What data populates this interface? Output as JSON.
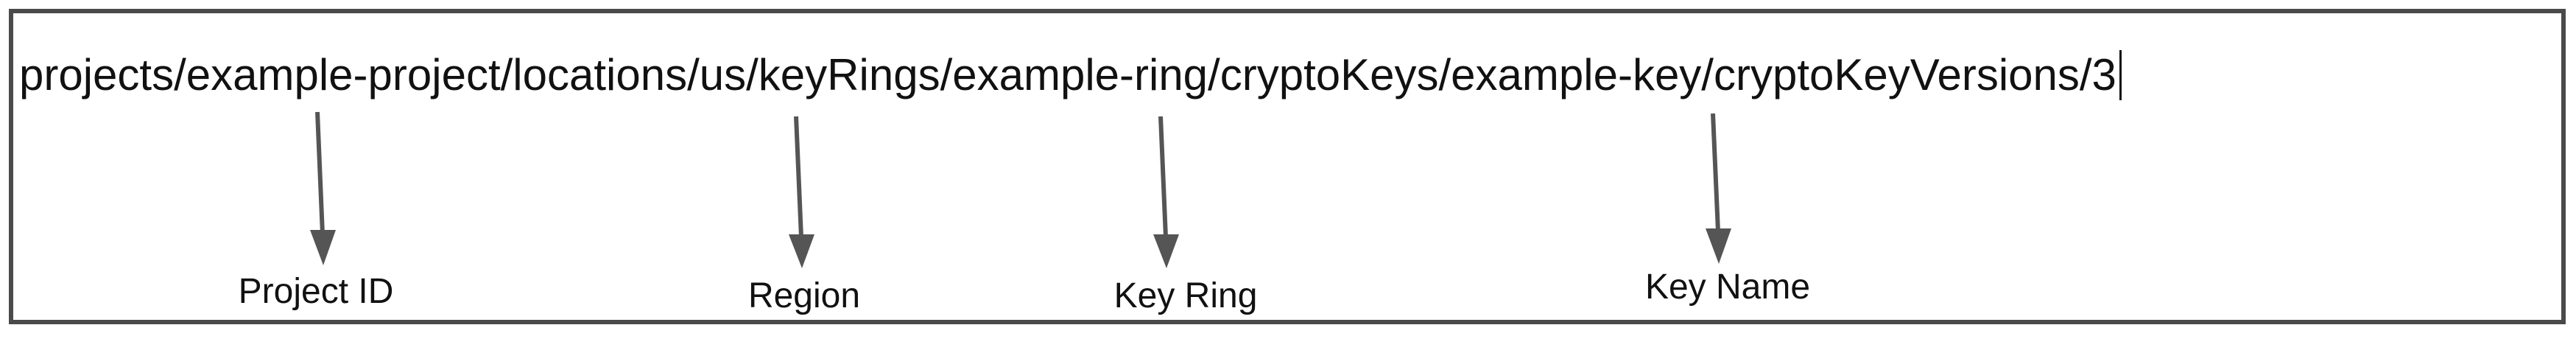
{
  "path_text": "projects/example-project/locations/us/keyRings/example-ring/cryptoKeys/example-key/cryptoKeyVersions/3",
  "labels": {
    "project_id": "Project ID",
    "region": "Region",
    "key_ring": "Key Ring",
    "key_name": "Key Name"
  },
  "colors": {
    "border": "#4a4a4a",
    "arrow": "#555555",
    "text": "#111111"
  }
}
